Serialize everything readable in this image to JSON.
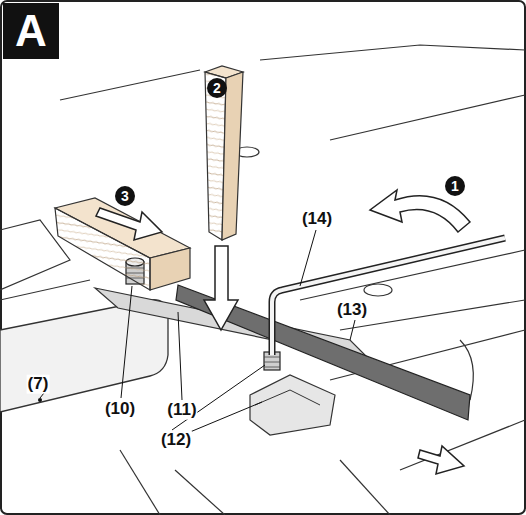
{
  "diagram": {
    "title": "A",
    "labels": [
      "(14)",
      "(13)",
      "(7)",
      "(10)",
      "(11)",
      "(12)",
      "1",
      "2",
      "3"
    ]
  }
}
